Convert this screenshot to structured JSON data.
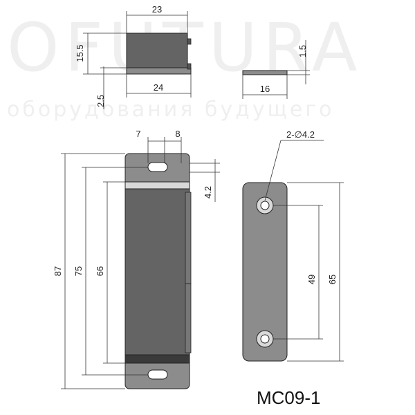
{
  "watermark": {
    "brand": "OFUTURA",
    "tagline": "оборудования будущего"
  },
  "model_label": "MC09-1",
  "top_view": {
    "width_top": "23",
    "width_bottom": "24",
    "height": "15.5",
    "base": "2.5"
  },
  "plate_side": {
    "thickness": "1.5",
    "width": "16"
  },
  "front_view": {
    "slot_left": "7",
    "slot_right": "8",
    "offset": "4.2",
    "total_height": "87",
    "pitch": "75",
    "body_height": "66"
  },
  "plate_front": {
    "holes": "2-∅4.2",
    "hole_pitch": "49",
    "plate_height": "65"
  }
}
